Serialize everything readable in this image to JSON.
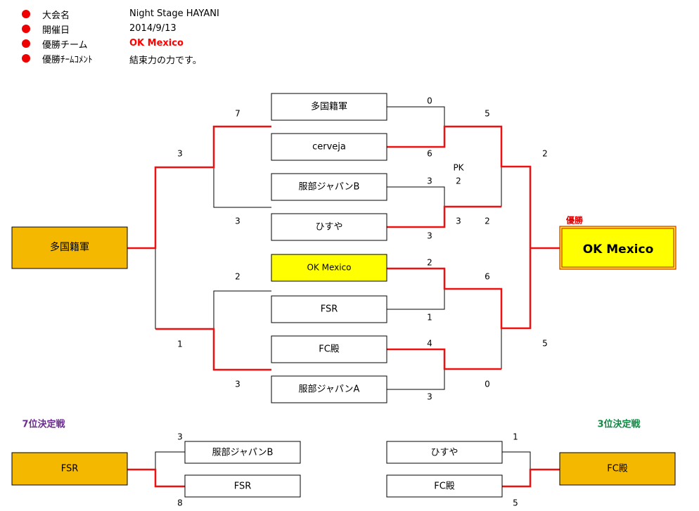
{
  "info": {
    "rows": [
      {
        "label": "大会名",
        "value": "Night Stage HAYANI"
      },
      {
        "label": "開催日",
        "value": "2014/9/13"
      },
      {
        "label": "優勝チーム",
        "value": "OK Mexico"
      },
      {
        "label": "優勝ﾁｰﾑｺﾒﾝﾄ",
        "value": "結束力の力です。"
      }
    ]
  },
  "colors": {
    "win": "#ee1111",
    "line": "#000000",
    "orange": "#f5b800",
    "yellow": "#ffff00"
  },
  "bracket": {
    "teams": [
      "多国籍軍",
      "cerveja",
      "服部ジャパンB",
      "ひすや",
      "OK Mexico",
      "FSR",
      "FC殿",
      "服部ジャパンA"
    ],
    "r1_scores": [
      "0",
      "6",
      "3",
      "3",
      "2",
      "1",
      "4",
      "3"
    ],
    "r2_scores": [
      "5",
      "2",
      "6",
      "0"
    ],
    "pk_label": "PK",
    "pk_score": "2",
    "pk_score_second": "3",
    "final_scores": [
      "2",
      "5"
    ],
    "left_r1_scores": [
      "7",
      "3",
      "2",
      "3"
    ],
    "left_r2_scores": [
      "3",
      "1"
    ],
    "left_winner": "多国籍軍",
    "champion_label": "優勝",
    "champion": "OK Mexico"
  },
  "seventh": {
    "title": "7位決定戦",
    "teams": [
      "服部ジャパンB",
      "FSR"
    ],
    "scores": [
      "3",
      "8"
    ],
    "winner": "FSR"
  },
  "third": {
    "title": "3位決定戦",
    "teams": [
      "ひすや",
      "FC殿"
    ],
    "scores": [
      "1",
      "5"
    ],
    "winner": "FC殿"
  }
}
